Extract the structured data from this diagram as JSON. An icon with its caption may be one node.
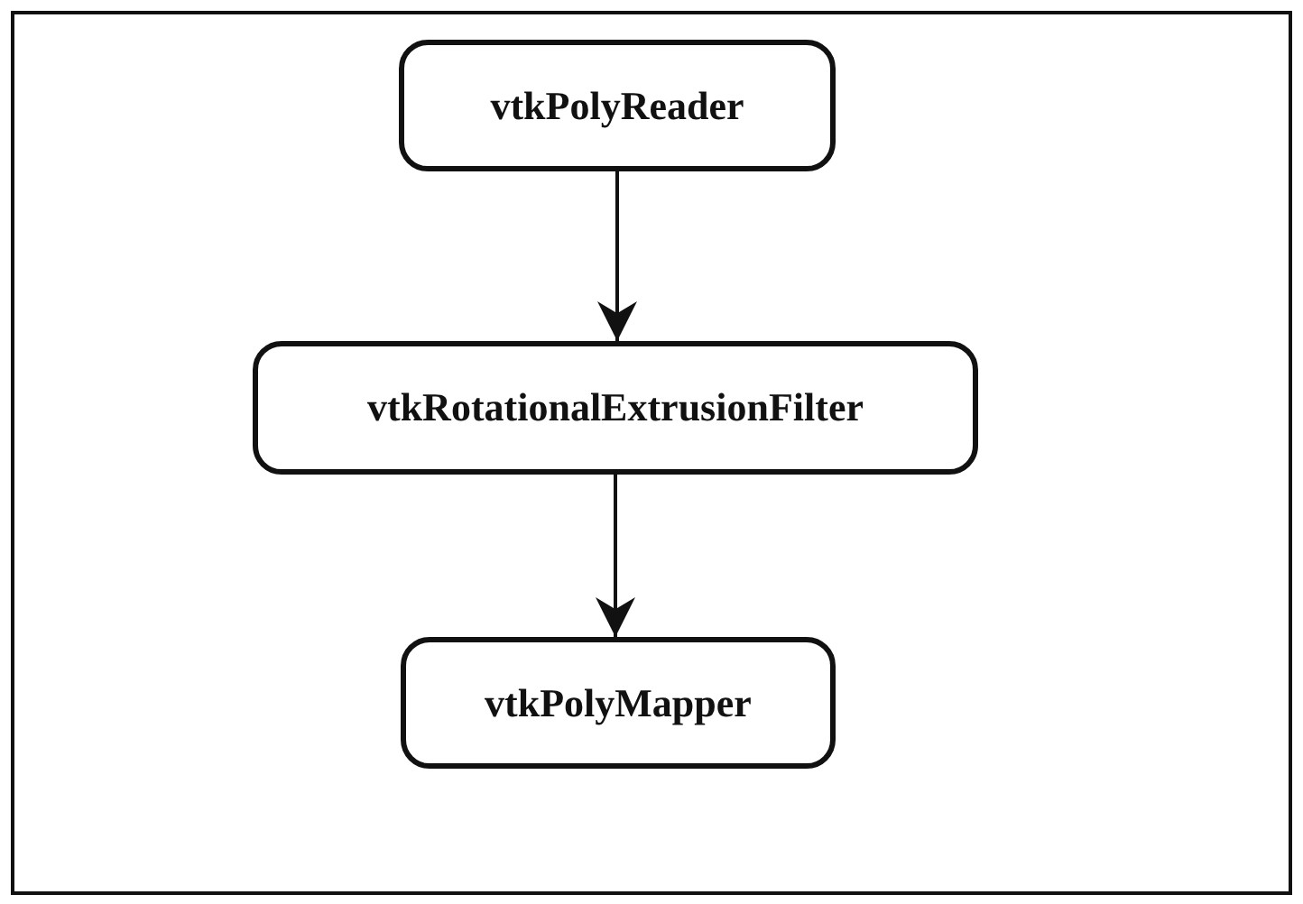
{
  "diagram": {
    "nodes": [
      {
        "text": [
          "vtkPolyReader"
        ]
      },
      {
        "text": [
          "vtkRotationalExtrusionFilter"
        ]
      },
      {
        "text": [
          "vtkPolyMapper"
        ]
      }
    ],
    "edges": [
      {
        "from": 0,
        "to": 1,
        "arrow": "to"
      },
      {
        "from": 1,
        "to": 2,
        "arrow": "to"
      }
    ]
  }
}
